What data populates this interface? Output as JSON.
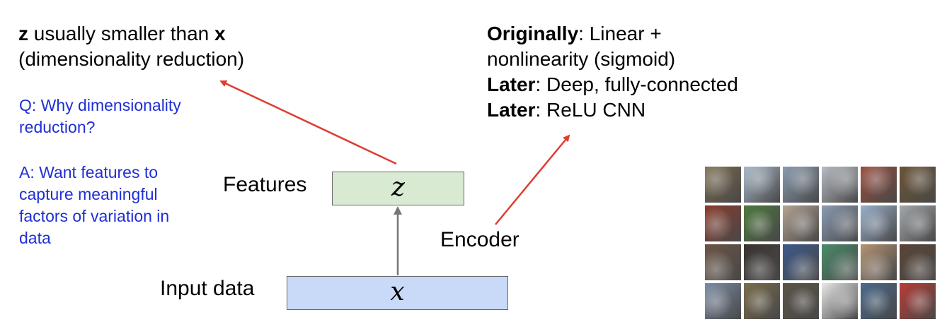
{
  "left_note": {
    "var": "z",
    "line1_rest": " usually smaller than ",
    "var2": "x",
    "line2": "(dimensionality reduction)"
  },
  "qa": {
    "q_line1": "Q: Why dimensionality",
    "q_line2": "reduction?",
    "a_lines": [
      "A: Want features to",
      "capture meaningful",
      "factors of variation in",
      "data"
    ]
  },
  "right_note": {
    "l1_bold": "Originally",
    "l1_rest": ": Linear +",
    "l2": "nonlinearity (sigmoid)",
    "l3_bold": "Later",
    "l3_rest": ": Deep, fully-connected",
    "l4_bold": "Later",
    "l4_rest": ": ReLU CNN"
  },
  "diagram": {
    "features_label": "Features",
    "features_symbol": "z",
    "input_label": "Input data",
    "input_symbol": "x",
    "encoder_label": "Encoder"
  },
  "colors": {
    "features_box": "#d9ead3",
    "input_box": "#c9daf8",
    "arrow_red": "#e03c31",
    "arrow_gray": "#777777",
    "text_blue": "#1f2fd4"
  },
  "image_grid": {
    "rows": 4,
    "cols": 6,
    "tiles": [
      [
        "#7a6a4e",
        "#a8b8c8",
        "#8a9cb0",
        "#b8bcc4",
        "#9a4c3c",
        "#6c5434"
      ],
      [
        "#8c3a2c",
        "#4e7a3c",
        "#b4a494",
        "#8c9cb4",
        "#9ab0cc",
        "#a4a8ac"
      ],
      [
        "#6c5444",
        "#3a3430",
        "#3c5a8a",
        "#4a8c6a",
        "#b49474",
        "#5a4434"
      ],
      [
        "#7c8ca4",
        "#7a6c4c",
        "#5c5448",
        "#e8e8e8",
        "#4a6a8c",
        "#b83c34"
      ]
    ]
  }
}
